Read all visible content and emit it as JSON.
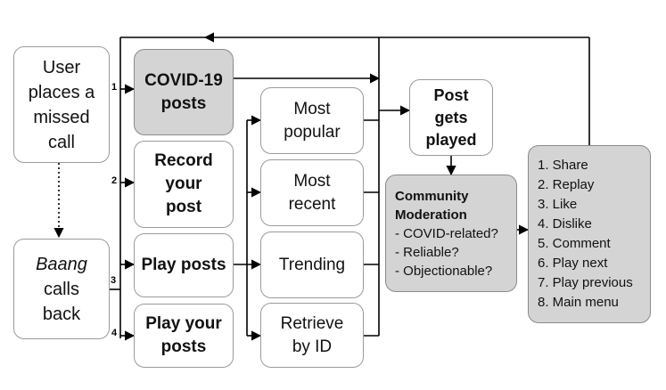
{
  "user_box": [
    "User",
    "places a",
    "missed",
    "call"
  ],
  "baang_box": {
    "italic": "Baang",
    "rest": [
      "calls",
      "back"
    ]
  },
  "covid_box": [
    "COVID-19",
    "posts"
  ],
  "record_box": [
    "Record",
    "your",
    "post"
  ],
  "play_posts_box": [
    "Play posts"
  ],
  "play_your_box": [
    "Play your",
    "posts"
  ],
  "most_popular_box": [
    "Most",
    "popular"
  ],
  "most_recent_box": [
    "Most",
    "recent"
  ],
  "trending_box": [
    "Trending"
  ],
  "retrieve_box": [
    "Retrieve",
    "by ID"
  ],
  "played_box": [
    "Post",
    "gets",
    "played"
  ],
  "moderation_box": {
    "title": [
      "Community",
      "Moderation"
    ],
    "items": [
      "- COVID-related?",
      "- Reliable?",
      "- Objectionable?"
    ]
  },
  "menu_box": [
    "1. Share",
    "2. Replay",
    "3. Like",
    "4. Dislike",
    "5. Comment",
    "6. Play next",
    "7. Play previous",
    "8. Main menu"
  ],
  "option_numbers": [
    "1",
    "2",
    "3",
    "4"
  ]
}
